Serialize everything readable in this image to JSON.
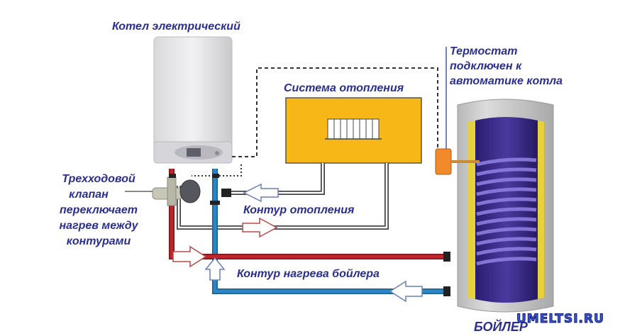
{
  "diagram": {
    "title_boiler": "Котел электрический",
    "title_heating_system": "Система отопления",
    "thermostat_note": [
      "Термостат",
      "подключен к",
      "автоматике котла"
    ],
    "valve_note": [
      "Трехходовой",
      "клапан",
      "переключает",
      "нагрев между",
      "контурами"
    ],
    "heating_circuit_label": "Контур отопления",
    "boiler_circuit_label": "Контур нагрева бойлера",
    "storage_tank_label": "БОЙЛЕР",
    "watermark": "UMELTSI.RU"
  },
  "colors": {
    "label_text": "#2a2f8f",
    "hot_pipe": "#c0252b",
    "cold_pipe": "#2b86c5",
    "heating_box": "#f7b717",
    "tank_shell": "#c9c9c9",
    "tank_inner": "#3a2a8a",
    "tank_insulation": "#e6d13a",
    "thermostat": "#f08a2a"
  }
}
